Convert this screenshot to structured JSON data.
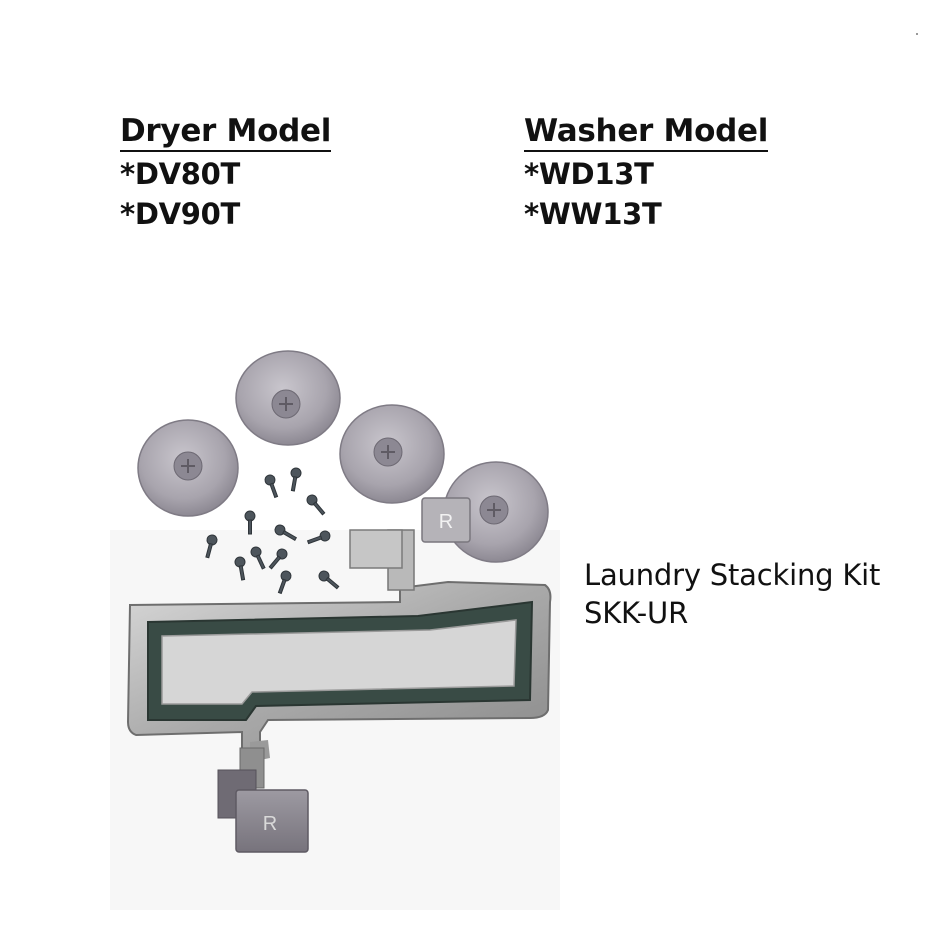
{
  "dryer": {
    "heading": "Dryer Model",
    "models": [
      "*DV80T",
      "*DV90T"
    ]
  },
  "washer": {
    "heading": "Washer Model",
    "models": [
      "*WD13T",
      "*WW13T"
    ]
  },
  "kit": {
    "title": "Laundry Stacking Kit",
    "sku": "SKK-UR"
  },
  "product_image": {
    "bracket_letter": "R"
  }
}
